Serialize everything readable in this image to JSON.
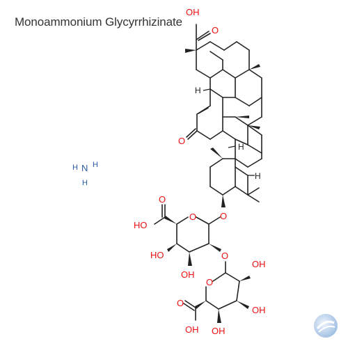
{
  "title": "Monoammonium Glycyrrhizinate",
  "labels": {
    "o": "O",
    "oh": "OH",
    "ho": "HO",
    "h": "H",
    "n": "N"
  },
  "colors": {
    "oxygen": "#ee1111",
    "nitrogen": "#2c5aa0",
    "bond": "#222222",
    "title": "#333333"
  },
  "logo": {
    "icon": "molecule-sphere-logo-icon"
  }
}
